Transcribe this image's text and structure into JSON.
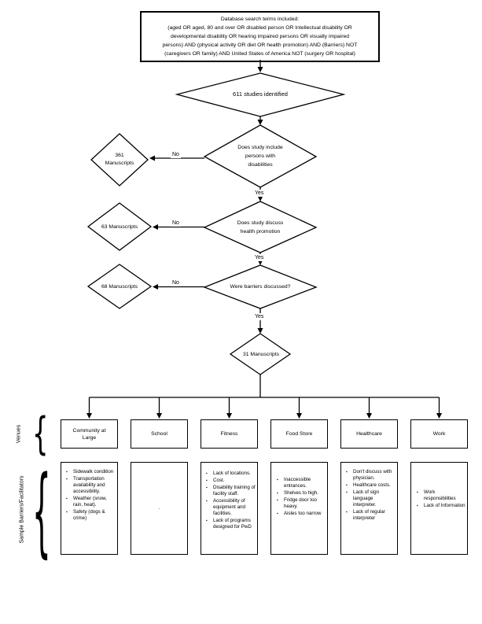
{
  "search_box": {
    "lines": [
      "Database search terms included:",
      "(aged OR aged, 80 and over OR disabled person OR Intellectual disability OR",
      "developmental disability OR hearing impaired persons OR visually impaired",
      "persons) AND (physical activity OR diet OR health promotion) AND (Barriers) NOT",
      "(caregivers OR family) AND United States of America NOT (surgery OR hospital)"
    ]
  },
  "flow": {
    "studies_identified": "611 studies identified",
    "decision_disabilities": {
      "l1": "Does study include",
      "l2": "persons with",
      "l3": "disabilities"
    },
    "decision_health_promotion": {
      "l1": "Does study discuss",
      "l2": "health promotion"
    },
    "decision_barriers": "Were barriers discussed?",
    "final_manuscripts": "31 Manuscripts",
    "excluded_1": {
      "l1": "361",
      "l2": "Manuscripts"
    },
    "excluded_2": "63 Manuscripts",
    "excluded_3": "68 Manuscripts",
    "no": "No",
    "yes": "Yes"
  },
  "labels": {
    "venues": "Venues",
    "sample_barriers": "Sample Barriers/Facilitators"
  },
  "venues": [
    "Community at Large",
    "School",
    "Fitness",
    "Food Store",
    "Healthcare",
    "Work"
  ],
  "barriers": {
    "community": [
      "Sidewalk condition",
      "Transportation availability and accessibility.",
      "Weather (snow, rain, heat).",
      "Safety (dogs & crime)"
    ],
    "school_dot": ".",
    "fitness": [
      "Lack of locations.",
      "Cost.",
      "Disability training of facility staff.",
      "Accessibility of equipment and facilities.",
      "Lack of programs designed for PwD"
    ],
    "food_store": [
      "Inaccessible entrances.",
      "Shelves to high.",
      "Fridge door too heavy.",
      "Aisles too narrow"
    ],
    "healthcare": [
      "Don't discuss with physician.",
      "Healthcare costs.",
      "Lack of sign language interpreter.",
      "Lack of regular interpreter"
    ],
    "work": [
      "Work responsibilities",
      "Lack of Information"
    ]
  },
  "icons": {
    "bullet": "▪",
    "brace": "{"
  },
  "colors": {
    "line": "#000000",
    "background": "#ffffff"
  }
}
